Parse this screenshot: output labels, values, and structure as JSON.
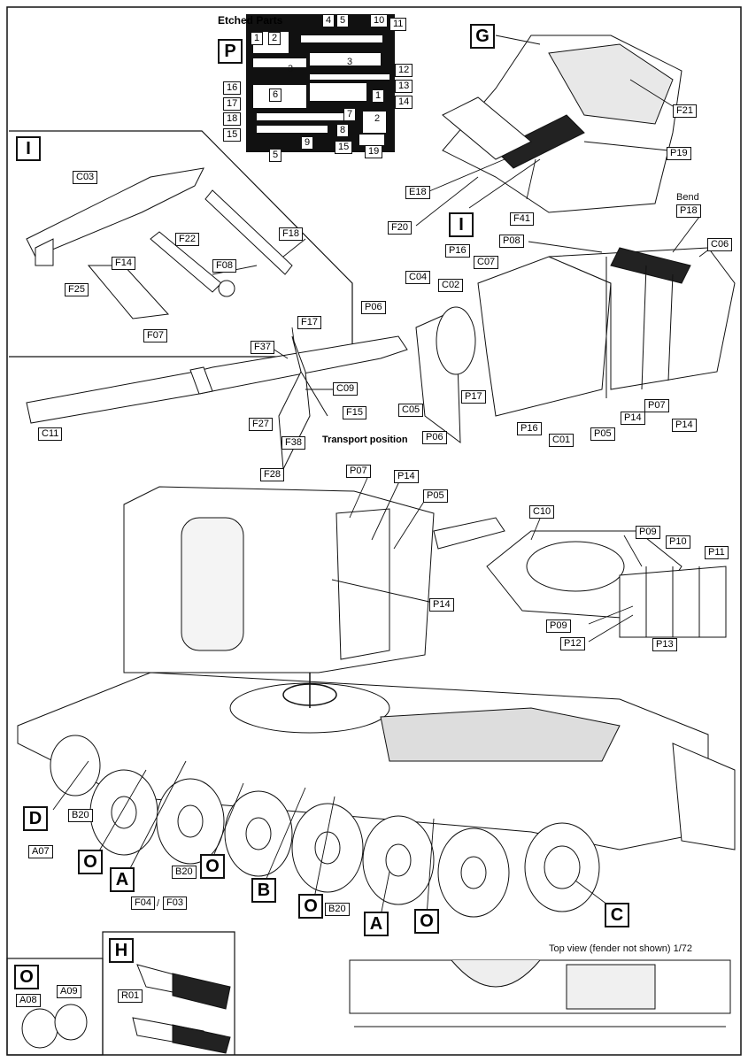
{
  "etched": {
    "title": "Etched Parts",
    "fret_letter": "P",
    "numbers": [
      "1",
      "2",
      "3",
      "4",
      "5",
      "10",
      "11",
      "3",
      "12",
      "13",
      "14",
      "16",
      "17",
      "18",
      "15",
      "6",
      "7",
      "8",
      "9",
      "15",
      "19",
      "5",
      "1",
      "2"
    ]
  },
  "callouts": {
    "G": "G",
    "I_main": "I",
    "I_inset": "I",
    "D": "D",
    "A1": "A",
    "A2": "A",
    "B": "B",
    "C": "C",
    "O1": "O",
    "O2": "O",
    "O3": "O",
    "O4": "O",
    "H": "H",
    "O_inset": "O"
  },
  "labels": {
    "F21": "F21",
    "P19": "P19",
    "E18": "E18",
    "F20": "F20",
    "F41": "F41",
    "Bend": "Bend",
    "P18": "P18",
    "P08": "P08",
    "C06": "C06",
    "P16a": "P16",
    "C07": "C07",
    "C04": "C04",
    "C02": "C02",
    "P06a": "P06",
    "P17": "P17",
    "P16b": "P16",
    "C05": "C05",
    "P06b": "P06",
    "C01": "C01",
    "P05a": "P05",
    "P14a": "P14",
    "P07a": "P07",
    "P14b": "P14",
    "C03": "C03",
    "F22": "F22",
    "F18": "F18",
    "F14": "F14",
    "F08": "F08",
    "F25": "F25",
    "F07": "F07",
    "F17": "F17",
    "F37": "F37",
    "C09": "C09",
    "F15": "F15",
    "F27": "F27",
    "F38": "F38",
    "C11": "C11",
    "F28": "F28",
    "transport": "Transport position",
    "P07b": "P07",
    "P14c": "P14",
    "P05b": "P05",
    "P14d": "P14",
    "C10": "C10",
    "P09a": "P09",
    "P10": "P10",
    "P11": "P11",
    "P09b": "P09",
    "P12": "P12",
    "P13": "P13",
    "B20a": "B20",
    "A07": "A07",
    "B20b": "B20",
    "F04": "F04",
    "F03": "F03",
    "slash": "/",
    "B20c": "B20",
    "A08": "A08",
    "A09": "A09",
    "R01": "R01",
    "topview": "Top view (fender not shown) 1/72"
  }
}
